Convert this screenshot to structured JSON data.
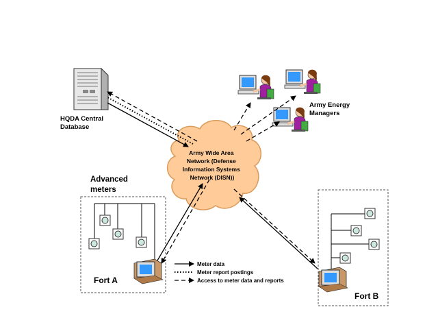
{
  "nodes": {
    "hqda": {
      "line1": "HQDA Central",
      "line2": "Database"
    },
    "energy": {
      "line1": "Army Energy",
      "line2": "Managers"
    },
    "cloud": {
      "line1": "Army Wide Area",
      "line2": "Network (Defense",
      "line3": "Information Systems",
      "line4": "Network (DISN))"
    },
    "advanced": {
      "line1": "Advanced",
      "line2": "meters"
    },
    "fort_a": {
      "label": "Fort A"
    },
    "fort_b": {
      "label": "Fort B"
    }
  },
  "legend": [
    {
      "label": "Meter data",
      "style": "solid"
    },
    {
      "label": "Meter report postings",
      "style": "dotted"
    },
    {
      "label": "Access to meter data and reports",
      "style": "dashed"
    }
  ],
  "colors": {
    "cloud_fill": "#ffcc99",
    "cloud_stroke": "#e0a060",
    "meter_fill": "#cce8e0",
    "monitor_screen": "#3399ff",
    "person_shirt": "#a020a0",
    "person_hair": "#7a3b10"
  }
}
